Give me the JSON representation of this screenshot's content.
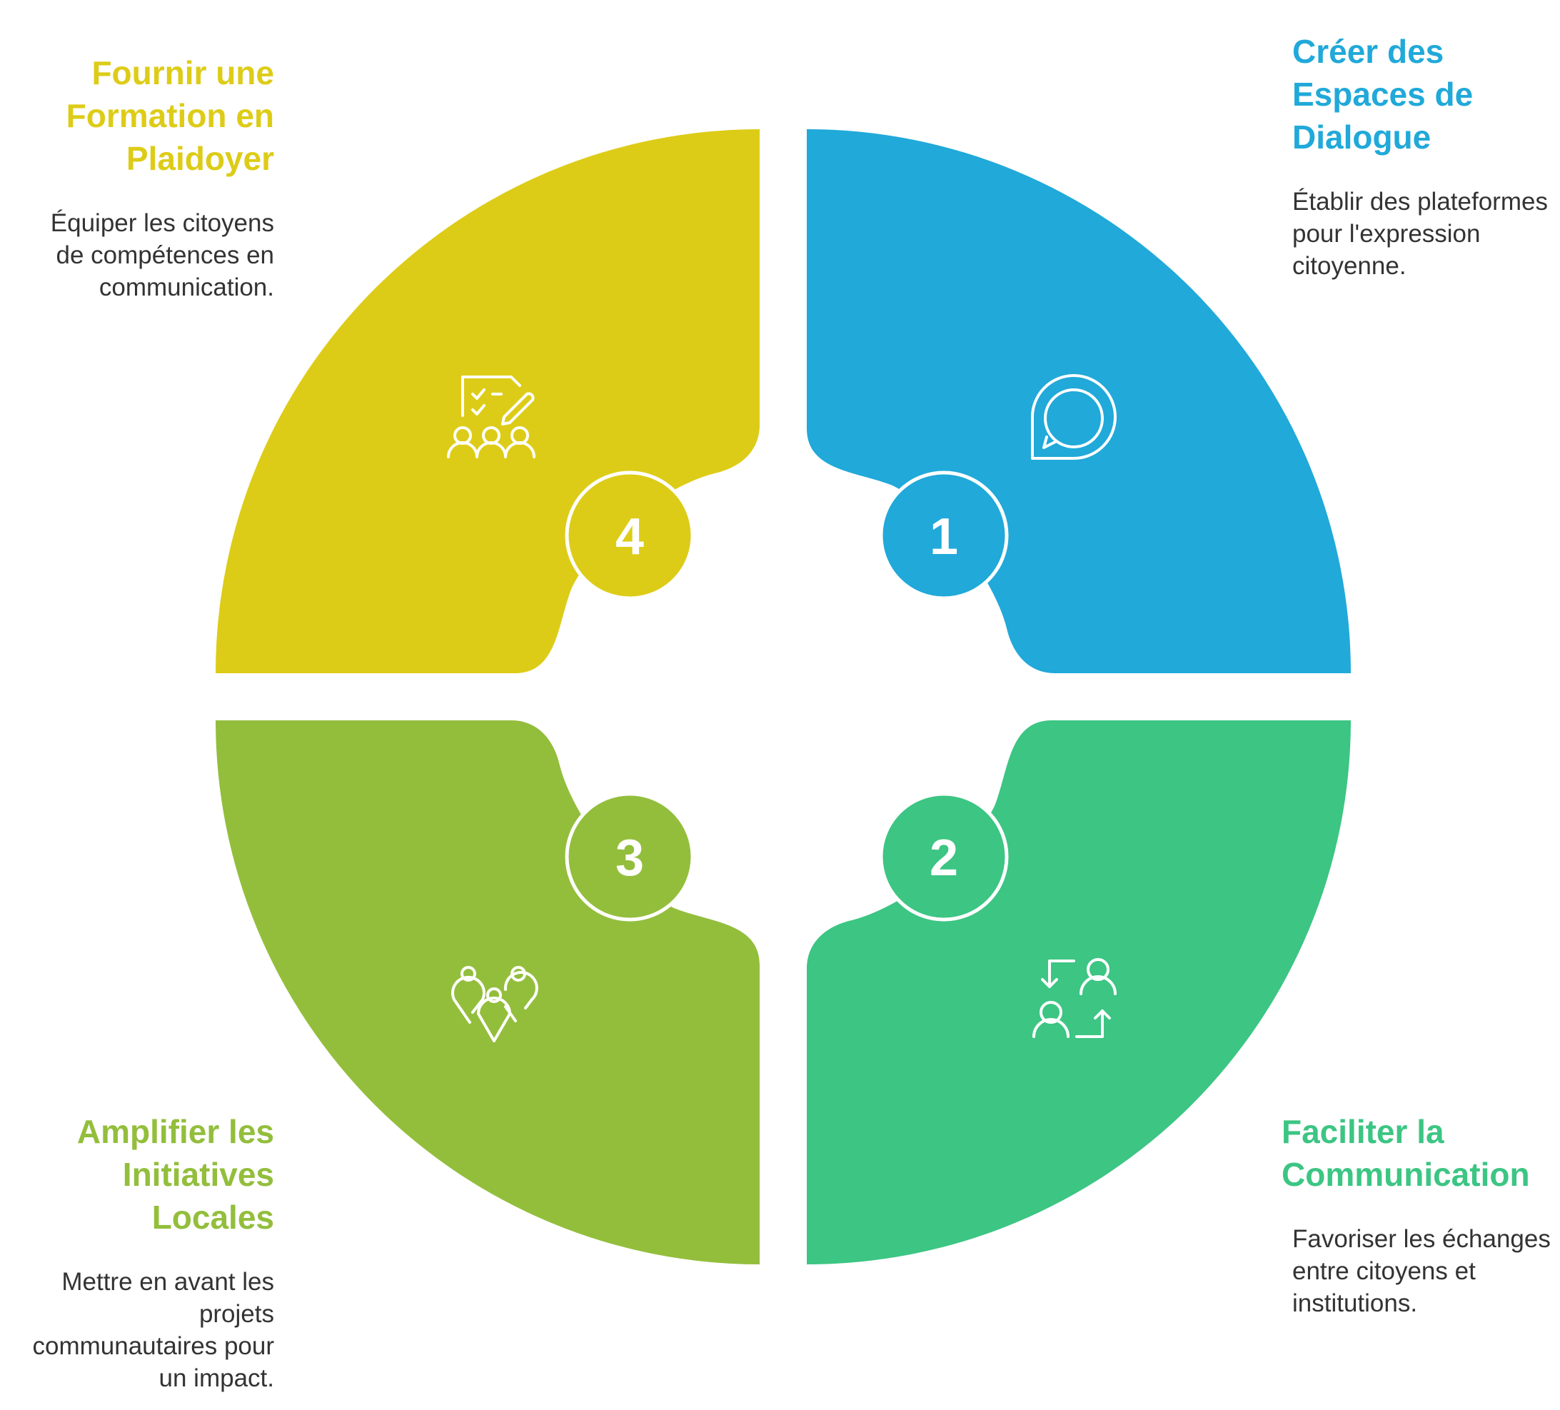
{
  "colors": {
    "blue": "#20A9D9",
    "teal": "#3CC583",
    "green": "#93BE3C",
    "yellow": "#DDCC17",
    "text": "#333333"
  },
  "segments": [
    {
      "number": "1",
      "title": "Créer des Espaces de Dialogue",
      "description": "Établir des plateformes pour l'expression citoyenne.",
      "icon": "chat-bubbles-icon",
      "color": "#20A9D9"
    },
    {
      "number": "2",
      "title": "Faciliter la Communication",
      "description": "Favoriser les échanges entre citoyens et institutions.",
      "icon": "people-exchange-icon",
      "color": "#3CC583"
    },
    {
      "number": "3",
      "title": "Amplifier les Initiatives Locales",
      "description": "Mettre en avant les projets communautaires pour un impact.",
      "icon": "map-pins-icon",
      "color": "#93BE3C"
    },
    {
      "number": "4",
      "title": "Fournir une Formation en Plaidoyer",
      "description": "Équiper les citoyens de compétences en communication.",
      "icon": "training-checklist-icon",
      "color": "#DDCC17"
    }
  ]
}
